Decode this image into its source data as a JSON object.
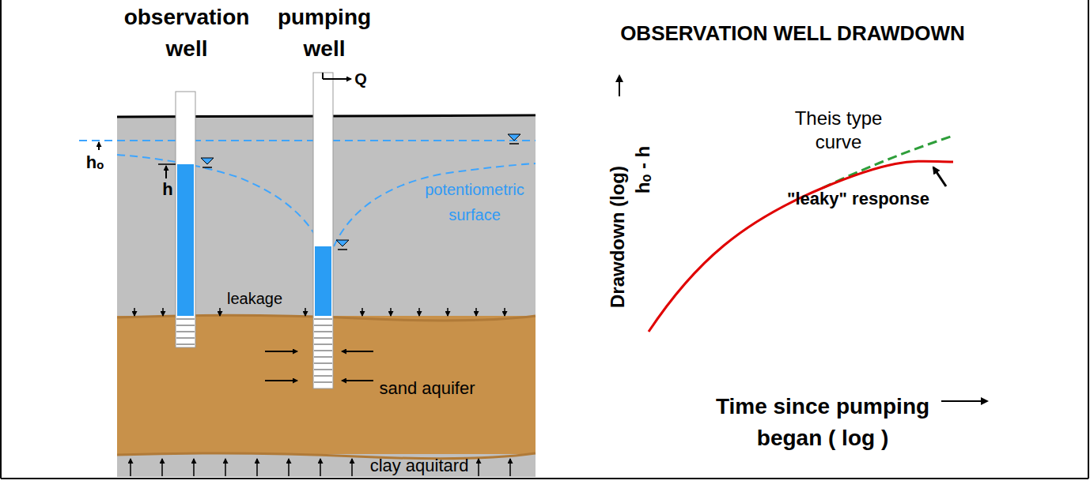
{
  "diagram": {
    "nodes": [
      {
        "text": [
          "sand aquifer"
        ]
      },
      {
        "text": [
          "clay aquitard"
        ]
      }
    ],
    "labels": [
      "observation well",
      "pumping well",
      "Q",
      "hₒ",
      "h",
      "potentiometric surface",
      "leakage",
      "OBSERVATION WELL DRAWDOWN",
      "Drawdown (log)",
      "hₒ - h",
      "Theis type curve",
      "\"leaky\" response",
      "Time since pumping began ( log )"
    ]
  }
}
